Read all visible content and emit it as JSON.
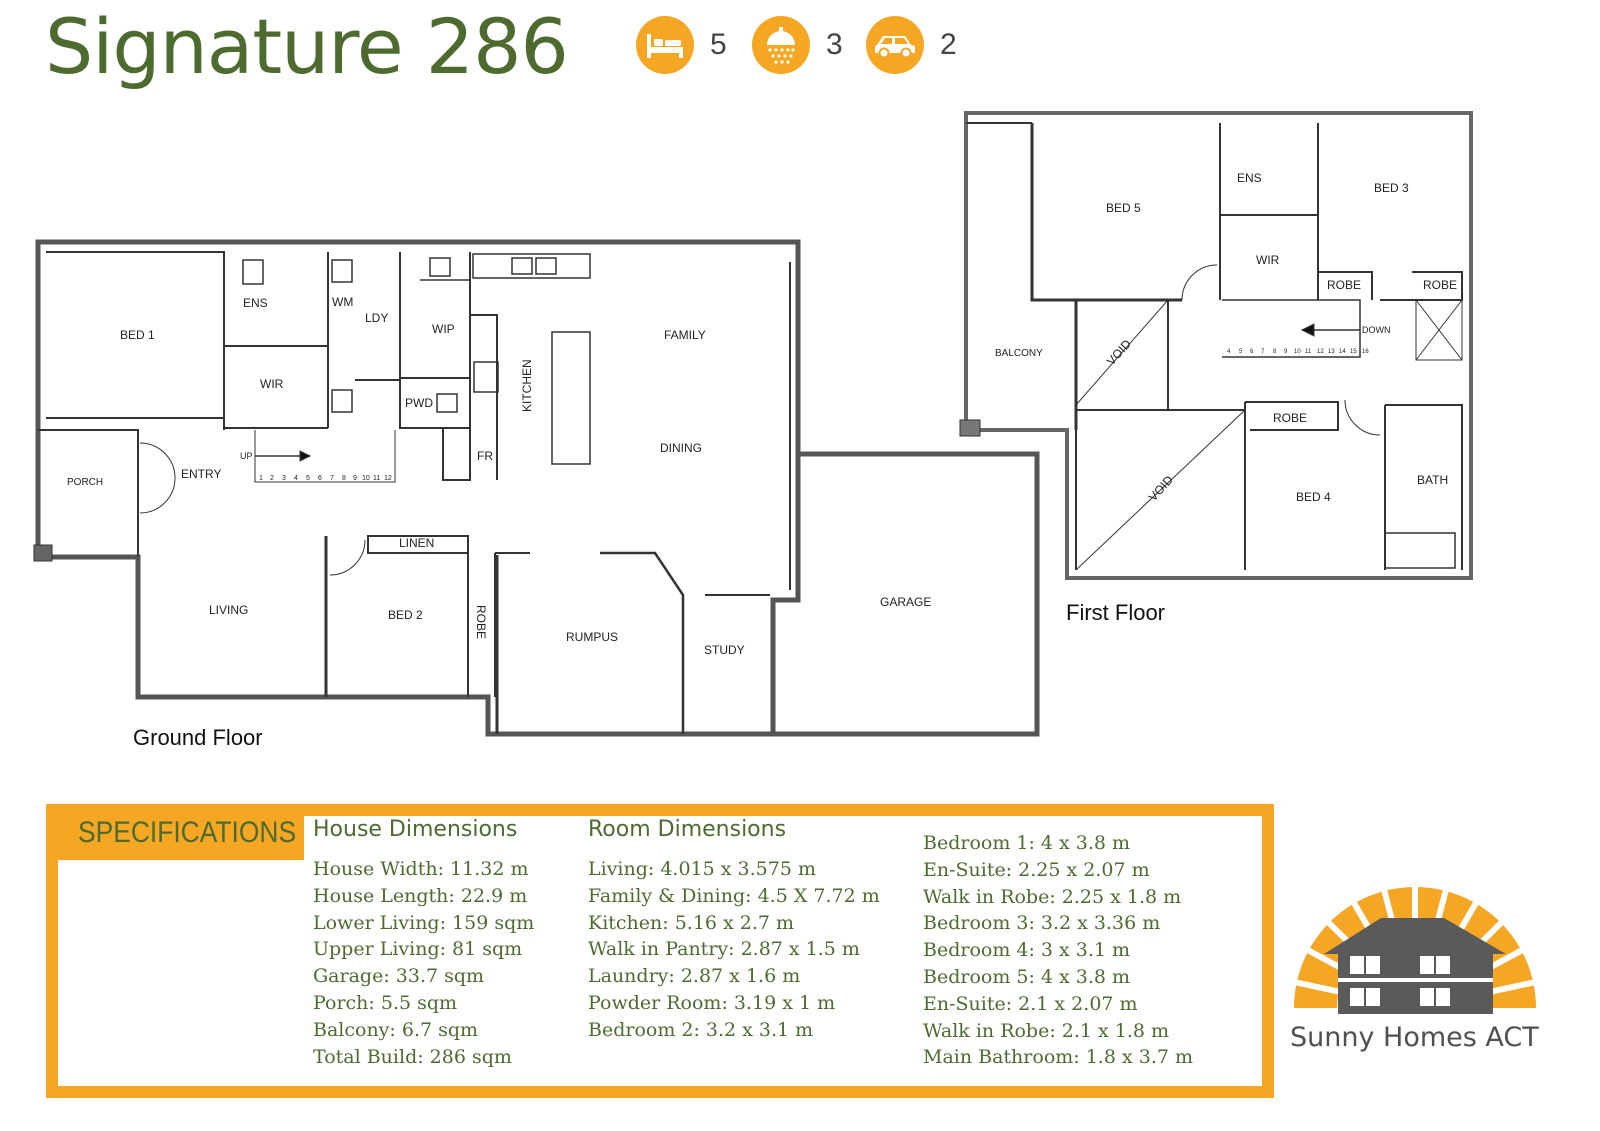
{
  "title": "Signature 286",
  "features": [
    {
      "icon": "bed-icon",
      "count": "5"
    },
    {
      "icon": "shower-icon",
      "count": "3"
    },
    {
      "icon": "car-icon",
      "count": "2"
    }
  ],
  "colors": {
    "accent": "#f5a623",
    "green": "#4e6b2f",
    "gray": "#505050"
  },
  "ground_floor": {
    "label": "Ground Floor",
    "rooms": {
      "bed1": "BED 1",
      "ens": "ENS",
      "wm": "WM",
      "ldy": "LDY",
      "wip": "WIP",
      "wir": "WIR",
      "pwd": "PWD",
      "kitchen": "KITCHEN",
      "family": "FAMILY",
      "dining": "DINING",
      "fr": "FR",
      "porch": "PORCH",
      "entry": "ENTRY",
      "up": "UP",
      "linen": "LINEN",
      "living": "LIVING",
      "bed2": "BED 2",
      "robe": "ROBE",
      "rumpus": "RUMPUS",
      "study": "STUDY",
      "garage": "GARAGE"
    },
    "stair_numbers": [
      "1",
      "2",
      "3",
      "4",
      "5",
      "6",
      "7",
      "8",
      "9",
      "10",
      "11",
      "12"
    ]
  },
  "first_floor": {
    "label": "First Floor",
    "rooms": {
      "bed5": "BED 5",
      "ens": "ENS",
      "bed3": "BED 3",
      "wir": "WIR",
      "robe_a": "ROBE",
      "robe_b": "ROBE",
      "down": "DOWN",
      "balcony": "BALCONY",
      "void_a": "VOID",
      "void_b": "VOID",
      "robe_c": "ROBE",
      "bath": "BATH",
      "bed4": "BED 4"
    },
    "stair_numbers": [
      "4",
      "5",
      "6",
      "7",
      "8",
      "9",
      "10",
      "11",
      "12",
      "13",
      "14",
      "15",
      "16"
    ]
  },
  "specifications": {
    "tab": "SPECIFICATIONS",
    "house_dimensions": {
      "heading": "House Dimensions",
      "lines": [
        "House Width: 11.32 m",
        "House Length: 22.9 m",
        "Lower Living: 159 sqm",
        "Upper Living: 81 sqm",
        "Garage: 33.7 sqm",
        "Porch: 5.5 sqm",
        "Balcony: 6.7 sqm",
        "Total Build: 286 sqm"
      ]
    },
    "room_dimensions": {
      "heading": "Room Dimensions",
      "lines": [
        "Living: 4.015 x 3.575 m",
        "Family & Dining: 4.5 X 7.72 m",
        "Kitchen: 5.16 x 2.7 m",
        "Walk in Pantry: 2.87 x 1.5 m",
        "Laundry: 2.87 x 1.6 m",
        "Powder Room: 3.19 x 1 m",
        "Bedroom 2: 3.2 x 3.1 m"
      ]
    },
    "bedrooms": {
      "lines": [
        "Bedroom 1: 4 x 3.8 m",
        "En-Suite: 2.25 x 2.07 m",
        "Walk in Robe: 2.25 x 1.8 m",
        "Bedroom 3: 3.2 x 3.36 m",
        "Bedroom 4: 3 x 3.1 m",
        "Bedroom 5: 4 x 3.8 m",
        "En-Suite: 2.1 x 2.07 m",
        "Walk in Robe: 2.1 x 1.8 m",
        "Main Bathroom: 1.8 x 3.7 m"
      ]
    }
  },
  "logo": {
    "text": "Sunny Homes ACT",
    "icon": "sun-house-logo"
  }
}
